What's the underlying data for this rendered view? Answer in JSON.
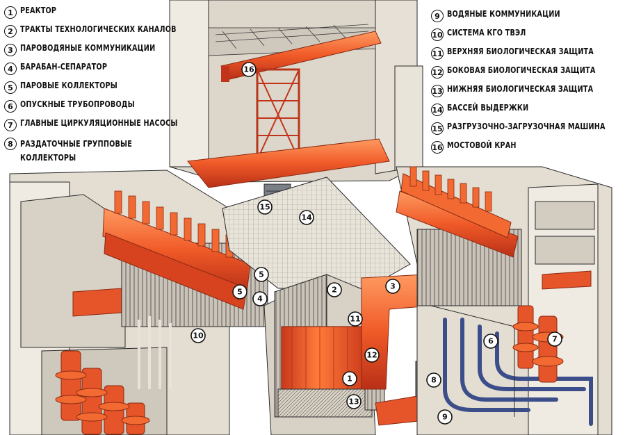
{
  "legend_left": [
    {
      "num": "1",
      "label": "РЕАКТОР"
    },
    {
      "num": "2",
      "label": "ТРАКТЫ ТЕХНОЛОГИЧЕСКИХ КАНАЛОВ"
    },
    {
      "num": "3",
      "label": "ПАРОВОДЯНЫЕ КОММУНИКАЦИИ"
    },
    {
      "num": "4",
      "label": "БАРАБАН-СЕПАРАТОР"
    },
    {
      "num": "5",
      "label": "ПАРОВЫЕ КОЛЛЕКТОРЫ"
    },
    {
      "num": "6",
      "label": "ОПУСКНЫЕ ТРУБОПРОВОДЫ"
    },
    {
      "num": "7",
      "label": "ГЛАВНЫЕ ЦИРКУЛЯЦИОННЫЕ НАСОСЫ"
    },
    {
      "num": "8",
      "label": "РАЗДАТОЧНЫЕ ГРУППОВЫЕ\nКОЛЛЕКТОРЫ"
    }
  ],
  "legend_right": [
    {
      "num": "9",
      "label": "ВОДЯНЫЕ КОММУНИКАЦИИ"
    },
    {
      "num": "10",
      "label": "СИСТЕМА КГО ТВЭЛ"
    },
    {
      "num": "11",
      "label": "ВЕРХНЯЯ БИОЛОГИЧЕСКАЯ ЗАЩИТА"
    },
    {
      "num": "12",
      "label": "БОКОВАЯ БИОЛОГИЧЕСКАЯ ЗАЩИТА"
    },
    {
      "num": "13",
      "label": "НИЖНЯЯ БИОЛОГИЧЕСКАЯ ЗАЩИТА"
    },
    {
      "num": "14",
      "label": "БАССЕЙ ВЫДЕРЖКИ"
    },
    {
      "num": "15",
      "label": "РАЗГРУЗОЧНО-ЗАГРУЗОЧНАЯ МАШИНА"
    },
    {
      "num": "16",
      "label": "МОСТОВОЙ КРАН"
    }
  ],
  "callouts": [
    "16",
    "15",
    "14",
    "5",
    "5",
    "4",
    "2",
    "3",
    "11",
    "10",
    "6",
    "7",
    "12",
    "8",
    "1",
    "13",
    "9"
  ],
  "colors": {
    "hot": "#f05a28",
    "hot_dark": "#c2341a",
    "hot_light": "#ff8a50",
    "concrete": "#ece6dc",
    "concrete_shade": "#c9c0b3",
    "steel": "#8a8d96",
    "pipe_blue": "#3c4e8a",
    "line": "#2a2a2a"
  }
}
